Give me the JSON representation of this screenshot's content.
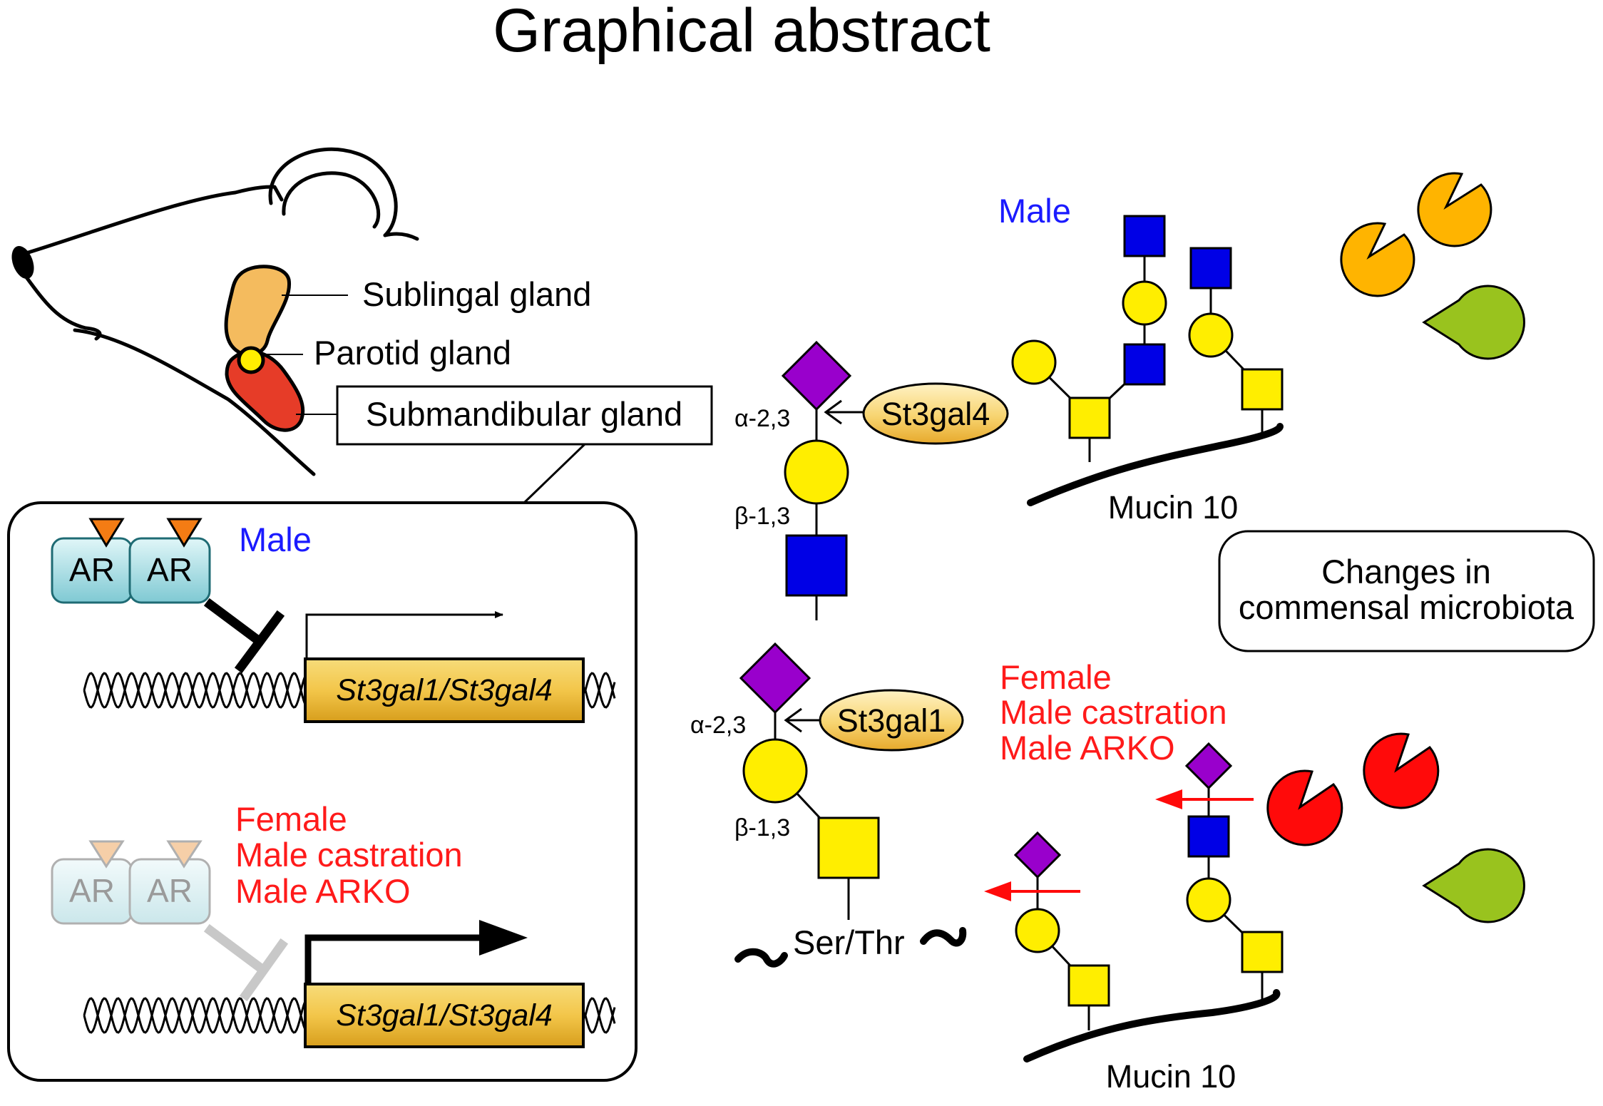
{
  "title": "Graphical abstract",
  "glands": {
    "sublingual": "Sublingal gland",
    "parotid": "Parotid gland",
    "submandibular": "Submandibular gland"
  },
  "inset": {
    "male_label": "Male",
    "ar_label": "AR",
    "gene_label": "St3gal1/St3gal4",
    "conditions": [
      "Female",
      "Male castration",
      "Male ARKO"
    ]
  },
  "glycans": {
    "linkage_alpha": "α-2,3",
    "linkage_beta": "β-1,3",
    "enzyme_top": "St3gal4",
    "enzyme_bottom": "St3gal1",
    "ser_thr": "Ser/Thr"
  },
  "mucin": {
    "male_label": "Male",
    "mucin_label": "Mucin 10",
    "conditions": [
      "Female",
      "Male castration",
      "Male ARKO"
    ]
  },
  "microbiota_box": [
    "Changes in",
    "commensal microbiota"
  ],
  "colors": {
    "male_text": "#1a1aff",
    "female_text": "#ff1a1a",
    "sialic_acid": "#9900cc",
    "galactose": "#ffee00",
    "glcnac": "#0000e6",
    "galnac": "#ffee00",
    "bacteria_orange": "#ffb400",
    "bacteria_green": "#99c31e",
    "bacteria_red": "#ff0a0a",
    "sublingual": "#f4bb5e",
    "submandibular": "#e63c28",
    "gene_box": "#f3c64a",
    "ar_box": "#a9e0e6"
  }
}
